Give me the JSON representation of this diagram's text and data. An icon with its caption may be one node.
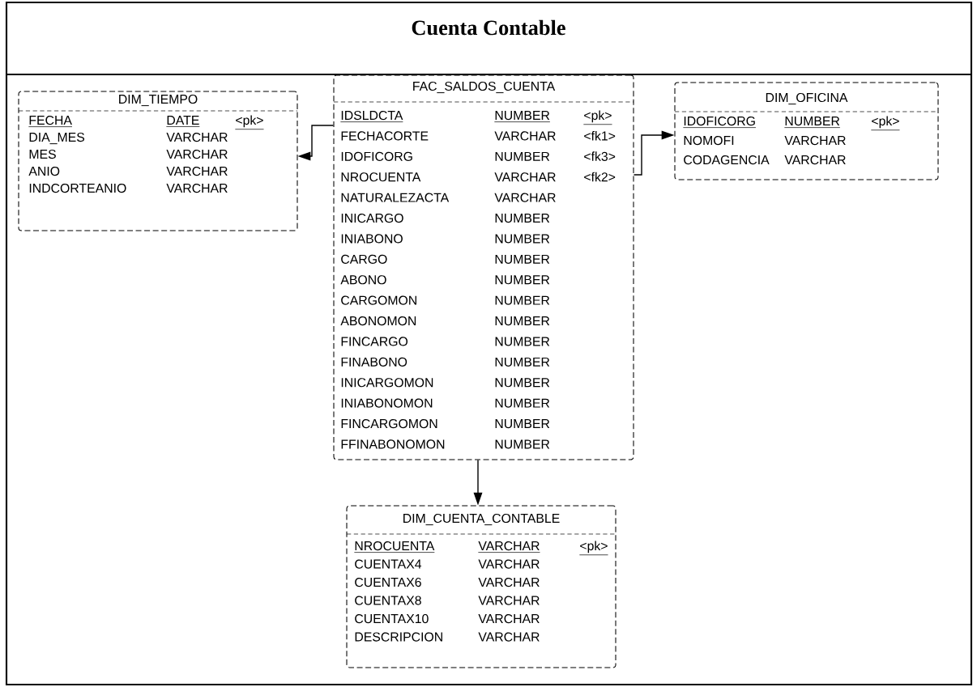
{
  "diagram": {
    "title": "Cuenta Contable",
    "nodes": [
      {
        "text": [
          "DIM_TIEMPO",
          "FECHA",
          "DATE",
          "<pk>",
          "DIA_MES",
          "VARCHAR",
          "MES",
          "VARCHAR",
          "ANIO",
          "VARCHAR",
          "INDCORTEANIO",
          "VARCHAR"
        ]
      },
      {
        "text": [
          "FAC_SALDOS_CUENTA",
          "IDSLDCTA",
          "NUMBER",
          "<pk>",
          "FECHACORTE",
          "VARCHAR",
          "<fk1>",
          "IDOFICORG",
          "NUMBER",
          "<fk3>",
          "NROCUENTA",
          "VARCHAR",
          "<fk2>",
          "NATURALEZACTA",
          "VARCHAR",
          "INICARGO",
          "NUMBER",
          "INIABONO",
          "NUMBER",
          "CARGO",
          "NUMBER",
          "ABONO",
          "NUMBER",
          "CARGOMON",
          "NUMBER",
          "ABONOMON",
          "NUMBER",
          "FINCARGO",
          "NUMBER",
          "FINABONO",
          "NUMBER",
          "INICARGOMON",
          "NUMBER",
          "INIABONOMON",
          "NUMBER",
          "FINCARGOMON",
          "NUMBER",
          "FFINABONOMON",
          "NUMBER"
        ]
      },
      {
        "text": [
          "DIM_OFICINA",
          "IDOFICORG",
          "NUMBER",
          "<pk>",
          "NOMOFI",
          "VARCHAR",
          "CODAGENCIA",
          "VARCHAR"
        ]
      },
      {
        "text": [
          "DIM_CUENTA_CONTABLE",
          "NROCUENTA",
          "VARCHAR",
          "<pk>",
          "CUENTAX4",
          "VARCHAR",
          "CUENTAX6",
          "VARCHAR",
          "CUENTAX8",
          "VARCHAR",
          "CUENTAX10",
          "VARCHAR",
          "DESCRIPCION",
          "VARCHAR"
        ]
      }
    ],
    "edges": [
      {
        "from": 1,
        "to": 0,
        "arrow": "to"
      },
      {
        "from": 1,
        "to": 2,
        "arrow": "to"
      },
      {
        "from": 1,
        "to": 3,
        "arrow": "to"
      }
    ]
  }
}
